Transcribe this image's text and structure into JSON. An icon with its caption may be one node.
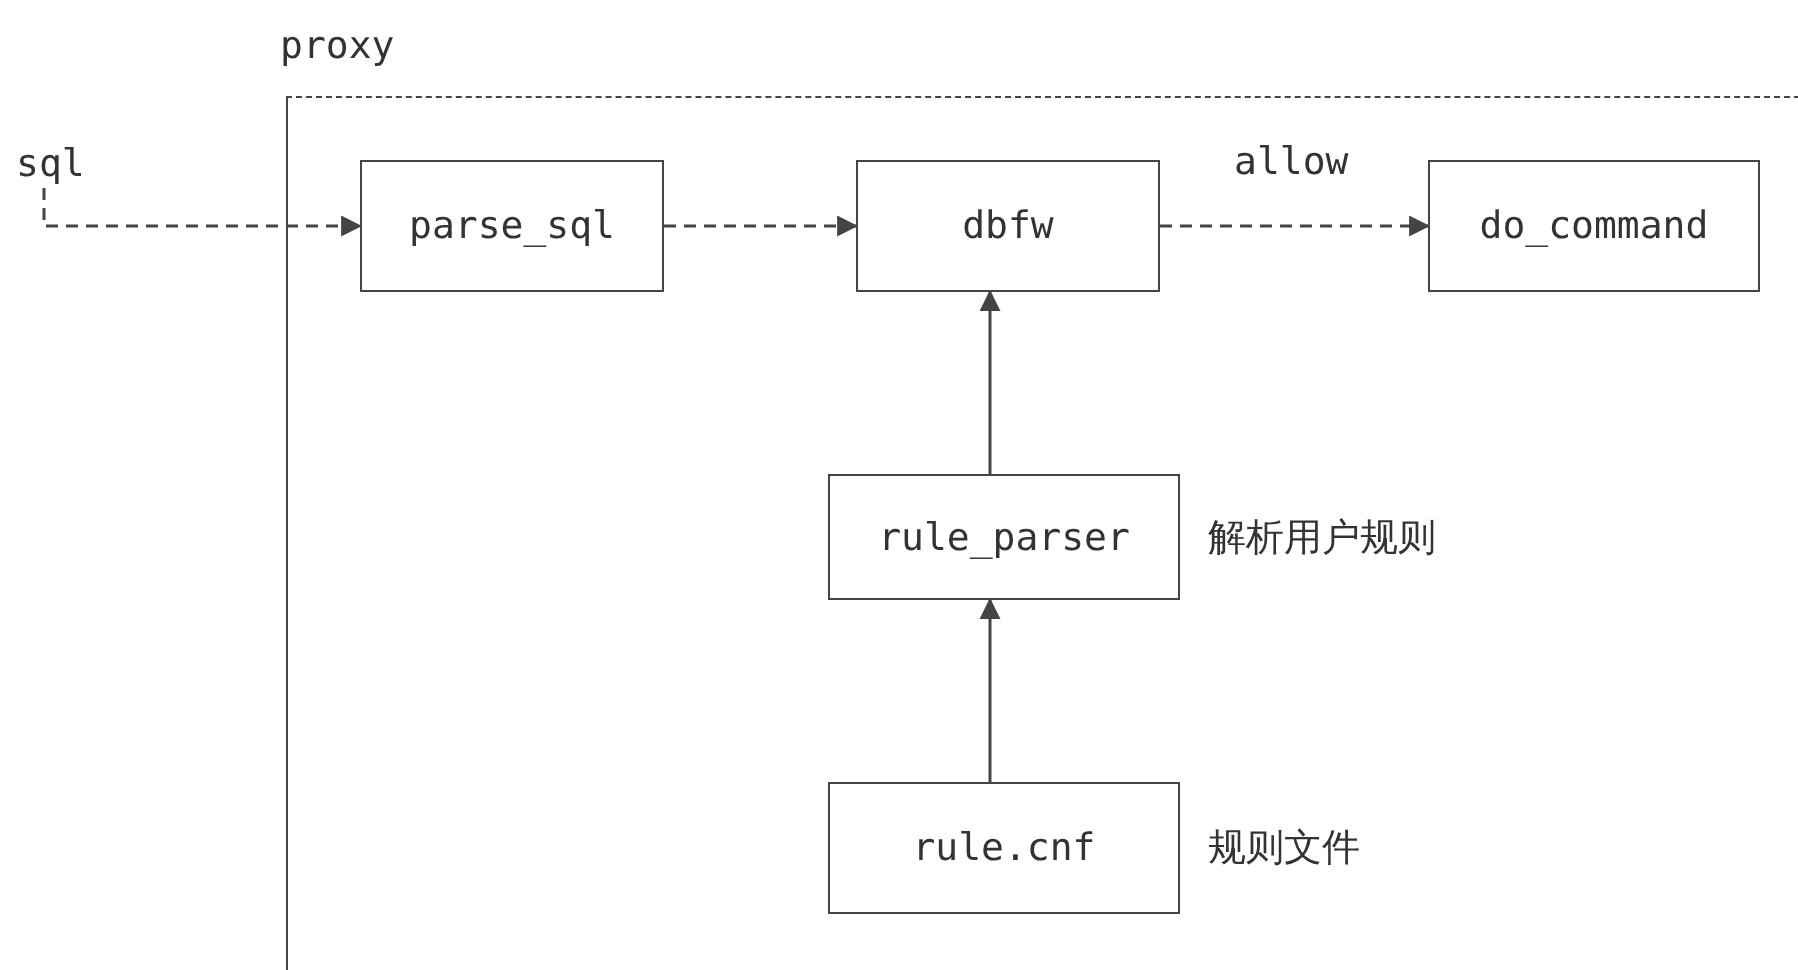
{
  "diagram": {
    "nodes": [
      {
        "text": [
          "proxy"
        ]
      },
      {
        "text": [
          "sql"
        ]
      },
      {
        "text": [
          "parse_sql"
        ],
        "in": 0
      },
      {
        "text": [
          "dbfw"
        ],
        "in": 0
      },
      {
        "text": [
          "do_command"
        ],
        "in": 0
      },
      {
        "text": [
          "rule_parser"
        ],
        "in": 0,
        "beside": [
          "解析用户规则"
        ]
      },
      {
        "text": [
          "rule.cnf"
        ],
        "in": 0,
        "beside": [
          "规则文件"
        ]
      }
    ],
    "edges": [
      {
        "from": 1,
        "to": 2,
        "arrow": "to",
        "style": "dashed"
      },
      {
        "from": 2,
        "to": 3,
        "arrow": "to",
        "style": "dashed"
      },
      {
        "from": 3,
        "to": 4,
        "arrow": "to",
        "style": "dashed",
        "label": "allow"
      },
      {
        "from": 5,
        "to": 3,
        "arrow": "to"
      },
      {
        "from": 6,
        "to": 5,
        "arrow": "to"
      }
    ]
  }
}
